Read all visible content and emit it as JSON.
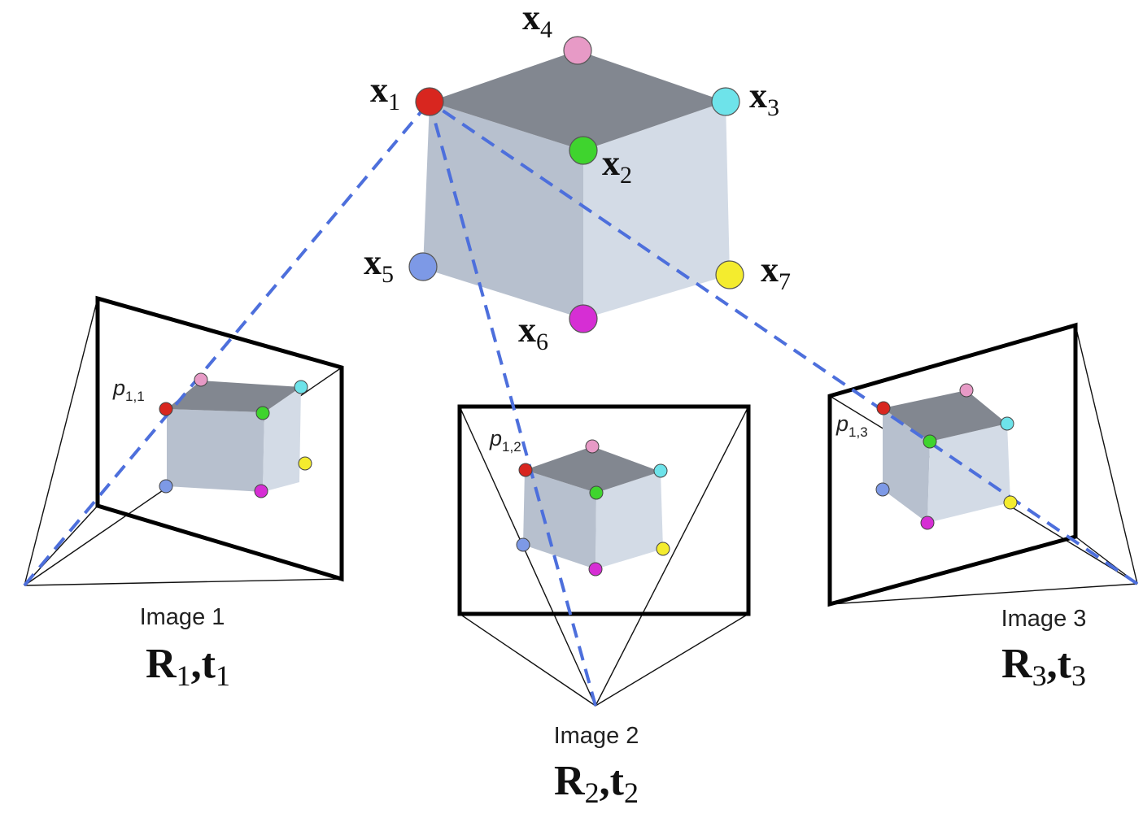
{
  "colors": {
    "cube_top": "#828790",
    "cube_left": "#b7c0ce",
    "cube_right": "#d3dbe6",
    "ray": "#4d6fdc",
    "x1": "#d8261f",
    "x2": "#3fd42e",
    "x3": "#6ee3ea",
    "x4": "#e79ac6",
    "x5": "#7d99e6",
    "x6": "#d62ed4",
    "x7": "#f4ec2e"
  },
  "points": [
    {
      "base": "x",
      "sub": "1",
      "color_key": "x1"
    },
    {
      "base": "x",
      "sub": "2",
      "color_key": "x2"
    },
    {
      "base": "x",
      "sub": "3",
      "color_key": "x3"
    },
    {
      "base": "x",
      "sub": "4",
      "color_key": "x4"
    },
    {
      "base": "x",
      "sub": "5",
      "color_key": "x5"
    },
    {
      "base": "x",
      "sub": "6",
      "color_key": "x6"
    },
    {
      "base": "x",
      "sub": "7",
      "color_key": "x7"
    }
  ],
  "cameras": [
    {
      "image_label": "Image 1",
      "R": "R",
      "R_sub": "1",
      "sep": ",",
      "t": "t",
      "t_sub": "1",
      "p_base": "p",
      "p_sub": "1,1"
    },
    {
      "image_label": "Image 2",
      "R": "R",
      "R_sub": "2",
      "sep": ",",
      "t": "t",
      "t_sub": "2",
      "p_base": "p",
      "p_sub": "1,2"
    },
    {
      "image_label": "Image 3",
      "R": "R",
      "R_sub": "3",
      "sep": ",",
      "t": "t",
      "t_sub": "3",
      "p_base": "p",
      "p_sub": "1,3"
    }
  ]
}
